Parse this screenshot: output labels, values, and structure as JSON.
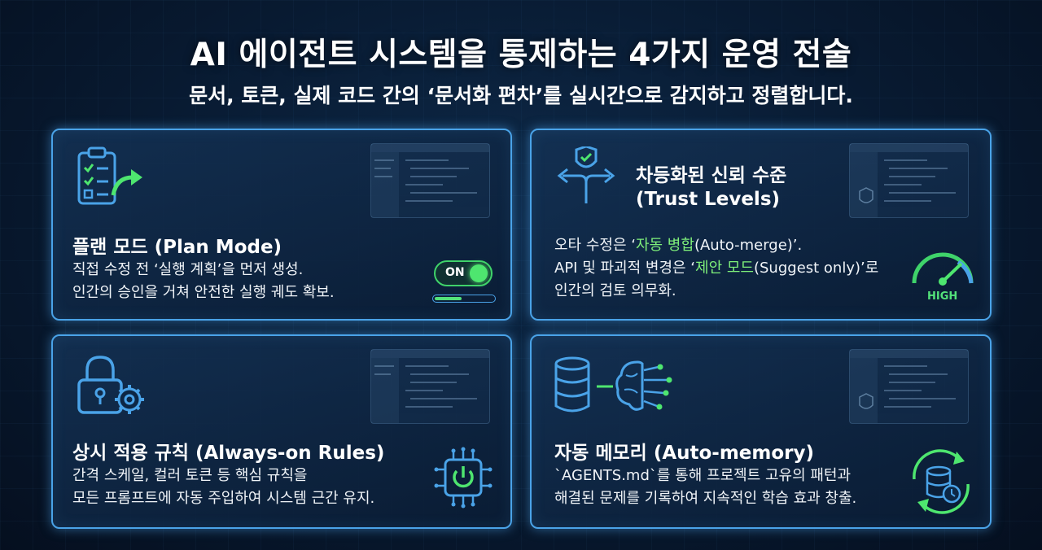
{
  "header": {
    "title": "AI 에이전트 시스템을 통제하는 4가지 운영 전술",
    "subtitle": "문서, 토큰, 실제 코드 간의 ‘문서화 편차’를 실시간으로 감지하고 정렬합니다."
  },
  "cards": [
    {
      "title": "플랜 모드 (Plan Mode)",
      "lines": [
        "직접 수정 전 ‘실행 계획’을 먼저 생성.",
        "인간의 승인을 거쳐 안전한 실행 궤도 확보."
      ],
      "icon": "clipboard-checklist-icon",
      "toggle_label": "ON",
      "progress": 0.45
    },
    {
      "title_line1": "차등화된 신뢰 수준",
      "title_line2": "(Trust Levels)",
      "line1_prefix": "오타 수정은 ‘",
      "line1_highlight": "자동 병합",
      "line1_suffix": "(Auto-merge)’.",
      "line2_prefix": "API 및 파괴적 변경은 ‘",
      "line2_highlight": "제안 모드",
      "line2_suffix": "(Suggest only)’로",
      "line3": "인간의 검토 의무화.",
      "icon": "shield-branch-icon",
      "gauge_label": "HIGH"
    },
    {
      "title": "상시 적용 규칙 (Always-on Rules)",
      "lines": [
        "간격 스케일, 컬러 토큰 등 핵심 규칙을",
        "모든 프롬프트에 자동 주입하여 시스템 근간 유지."
      ],
      "icon": "lock-gear-icon",
      "chip_icon": "power-chip-icon"
    },
    {
      "title": "자동 메모리 (Auto-memory)",
      "lines": [
        "`AGENTS.md`를 통해 프로젝트 고유의 패턴과",
        "해결된 문제를 기록하여 지속적인 학습 효과 창출."
      ],
      "icon": "database-brain-icon",
      "sync_icon": "database-sync-icon"
    }
  ],
  "colors": {
    "accent": "#4aa3e8",
    "highlight": "#7ff07a",
    "background": "#081a31"
  }
}
